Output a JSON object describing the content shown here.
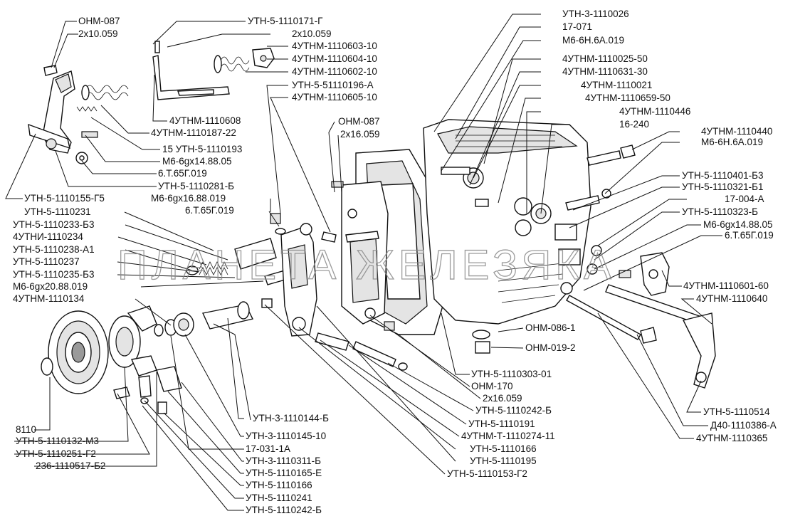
{
  "labels": {
    "top": [
      "ОНМ-087",
      "2х10.059"
    ],
    "tc": [
      "УТН-5-1110171-Г",
      "2х10.059",
      "4УТНМ-1110603-10",
      "4УТНМ-1110604-10",
      "4УТНМ-1110602-10",
      "УТН-5-51110196-А",
      "4УТНМ-1110605-10"
    ],
    "tl": [
      "4УТНМ-1110608",
      "4УТНМ-1110187-22",
      "15 УТН-5-1110193",
      "М6-6gх14.88.05",
      "6.Т.65Г.019",
      "УТН-5-1110281-Б",
      "УТН-5-1110155-Г5",
      "М6-6gх16.88.019",
      "6.Т.65Г.019"
    ],
    "ml": [
      "УТН-5-1110231",
      "УТН-5-1110233-Б3",
      "4УТНИ-1110234",
      "УТН-5-1110238-А1",
      "УТН-5-1110237",
      "УТН-5-1110235-Б3",
      "М6-6gх20.88.019",
      "4УТНМ-1110134"
    ],
    "mc": [
      "ОНМ-087",
      "2х16.059"
    ],
    "tr": [
      "УТН-3-1110026",
      "17-071",
      "М6-6Н.6А.019",
      "4УТНМ-1110025-50",
      "4УТНМ-1110631-30",
      "4УТНМ-1110021",
      "4УТНМ-1110659-50",
      "4УТНМ-1110446",
      "16-240"
    ],
    "r": [
      "4УТНМ-1110440",
      "М6-6Н.6А.019",
      "УТН-5-1110401-Б3",
      "УТН-5-1110321-Б1",
      "17-004-А",
      "УТН-5-1110323-Б",
      "М6-6gх14.88.05",
      "6.Т.65Г.019",
      "4УТНМ-1110601-60",
      "4УТНМ-1110640"
    ],
    "mr": [
      "ОНМ-086-1",
      "ОНМ-019-2"
    ],
    "bc": [
      "УТН-5-1110303-01",
      "ОНМ-170",
      "2х16.059",
      "УТН-5-1110242-Б",
      "УТН-5-1110191",
      "4УТНМ-Т-1110274-11",
      "УТН-5-1110166",
      "УТН-5-1110195",
      "УТН-5-1110153-Г2"
    ],
    "br": [
      "УТН-5-1110514",
      "Д40-1110386-А",
      "4УТНМ-1110365"
    ],
    "bl": [
      "8110",
      "УТН-5-1110132-М3",
      "УТН-5-1110251-Г2",
      "236-1110517-Б2"
    ],
    "bm": [
      "УТН-3-1110144-Б",
      "УТН-3-1110145-10",
      "17-031-1А",
      "УТН-3-1110311-Б",
      "УТН-5-1110165-Е",
      "УТН-5-1110166",
      "УТН-5-1110241",
      "УТН-5-1110242-Б"
    ]
  },
  "watermark": "ПЛАНЕТА ЖЕЛЕЗЯКА"
}
